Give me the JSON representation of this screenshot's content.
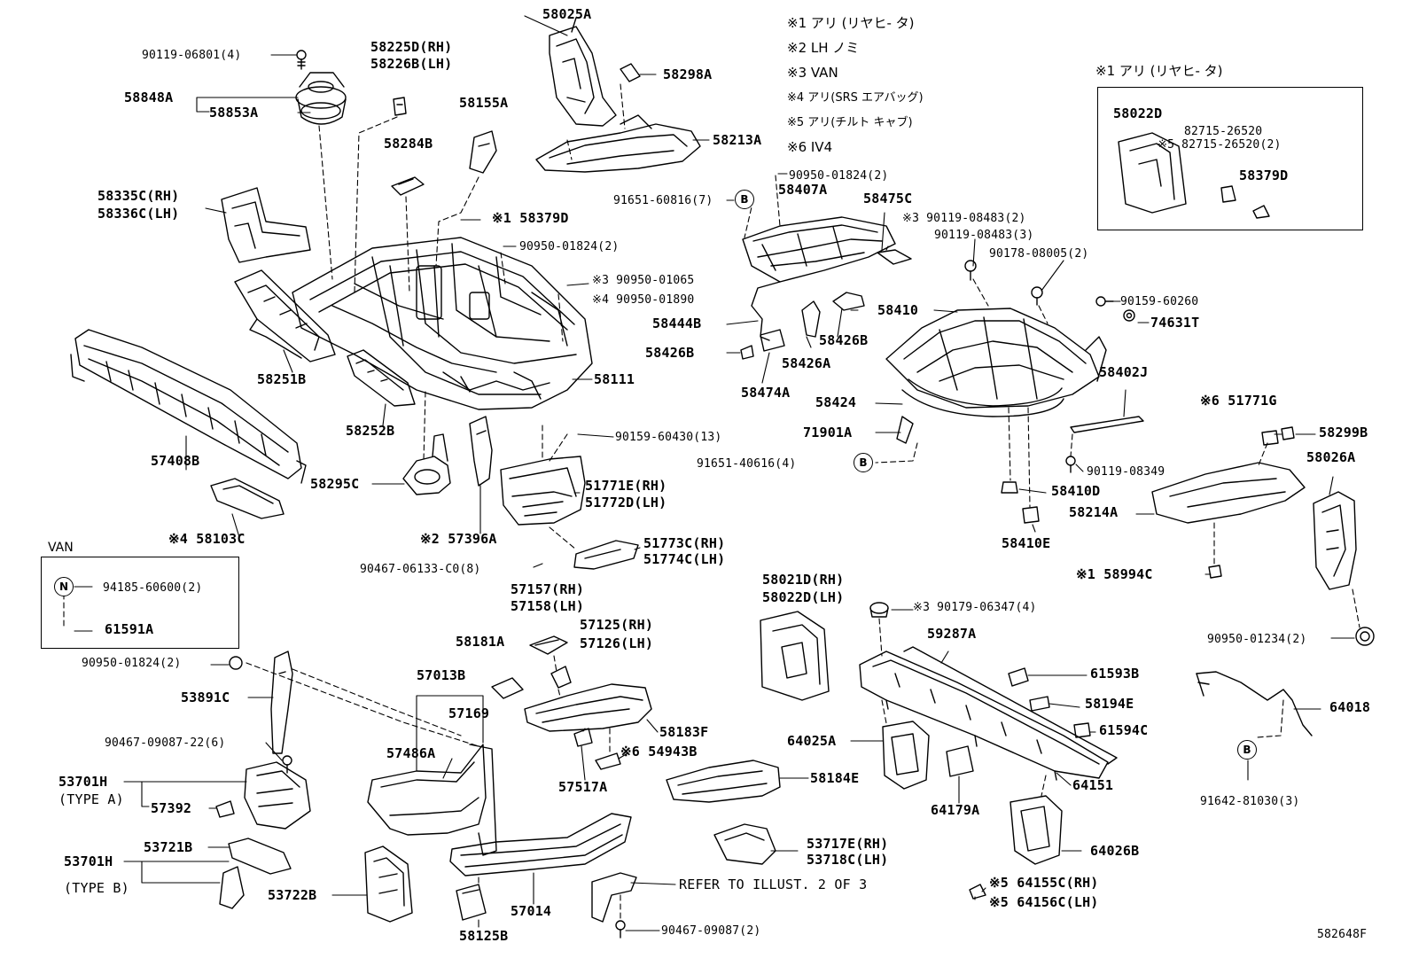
{
  "notes": [
    "※1 アリ (リヤヒ- タ)",
    "※2 LH ノミ",
    "※3 VAN",
    "※4 アリ(SRS エアバッグ)",
    "※5 アリ(チルト キャブ)",
    "※6 IV4"
  ],
  "inset_box": {
    "title": "※1 アリ (リヤヒ- タ)",
    "labels": [
      "58022D",
      "82715-26520",
      "※5 82715-26520(2)",
      "58379D"
    ]
  },
  "van_box": {
    "title": "VAN",
    "labels": [
      "94185-60600(2)",
      "61591A"
    ],
    "symbol": "N"
  },
  "symbols": [
    "B",
    "B",
    "B"
  ],
  "labels": [
    "90119-06801(4)",
    "58225D(RH)",
    "58226B(LH)",
    "58025A",
    "58298A",
    "58848A",
    "58853A",
    "58155A",
    "58213A",
    "58284B",
    "58335C(RH)",
    "58336C(LH)",
    "※1 58379D",
    "90950-01824(2)",
    "91651-60816(7)",
    "90950-01824(2)",
    "58407A",
    "58475C",
    "※3 90119-08483(2)",
    "90119-08483(3)",
    "90178-08005(2)",
    "※3 90950-01065",
    "※4 90950-01890",
    "58444B",
    "58426B",
    "58410",
    "90159-60260",
    "74631T",
    "58426B",
    "58251B",
    "58111",
    "58426A",
    "58474A",
    "58424",
    "58402J",
    "※6 51771G",
    "58299B",
    "71901A",
    "90159-60430(13)",
    "58252B",
    "91651-40616(4)",
    "90119-08349",
    "58026A",
    "57408B",
    "58295C",
    "51771E(RH)",
    "51772D(LH)",
    "58410D",
    "58214A",
    "※2 57396A",
    "※4 58103C",
    "58410E",
    "51773C(RH)",
    "51774C(LH)",
    "90467-06133-C0(8)",
    "※1 58994C",
    "58021D(RH)",
    "58022D(LH)",
    "57157(RH)",
    "57158(LH)",
    "57125(RH)",
    "57126(LH)",
    "※3 90179-06347(4)",
    "58181A",
    "59287A",
    "90950-01234(2)",
    "90950-01824(2)",
    "57013B",
    "61593B",
    "64018",
    "57169",
    "53891C",
    "58183F",
    "58194E",
    "61594C",
    "90467-09087-22(6)",
    "57486A",
    "※6 54943B",
    "64025A",
    "53701H",
    "(TYPE A)",
    "57392",
    "57517A",
    "58184E",
    "64151",
    "91642-81030(3)",
    "64179A",
    "53721B",
    "53717E(RH)",
    "53718C(LH)",
    "64026B",
    "53701H",
    "(TYPE B)",
    "53722B",
    "REFER TO ILLUST. 2 OF 3",
    "57014",
    "※5 64155C(RH)",
    "※5 64156C(LH)",
    "58125B",
    "90467-09087(2)",
    "582648F"
  ]
}
